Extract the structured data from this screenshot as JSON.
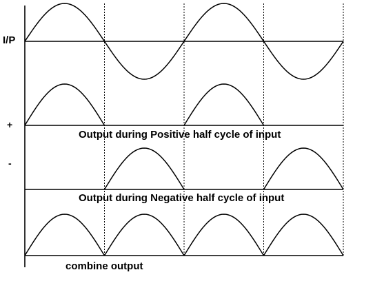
{
  "labels": {
    "input": "I/P",
    "positive_sign": "+",
    "negative_sign": "-",
    "positive_caption": "Output during Positive half cycle of input",
    "negative_caption": "Output during Negative half cycle of input",
    "combined_caption": "combine output"
  },
  "traces": [
    {
      "id": "input",
      "kind": "full-sine",
      "half_cycles": [
        "+",
        "-",
        "+",
        "-"
      ]
    },
    {
      "id": "positive-half-output",
      "kind": "rectified",
      "half_cycles": [
        "+",
        "0",
        "+",
        "0"
      ]
    },
    {
      "id": "negative-half-output",
      "kind": "rectified",
      "half_cycles": [
        "0",
        "+",
        "0",
        "+"
      ]
    },
    {
      "id": "combined-output",
      "kind": "rectified",
      "half_cycles": [
        "+",
        "+",
        "+",
        "+"
      ]
    }
  ],
  "colors": {
    "stroke": "#000000",
    "background": "#ffffff"
  }
}
